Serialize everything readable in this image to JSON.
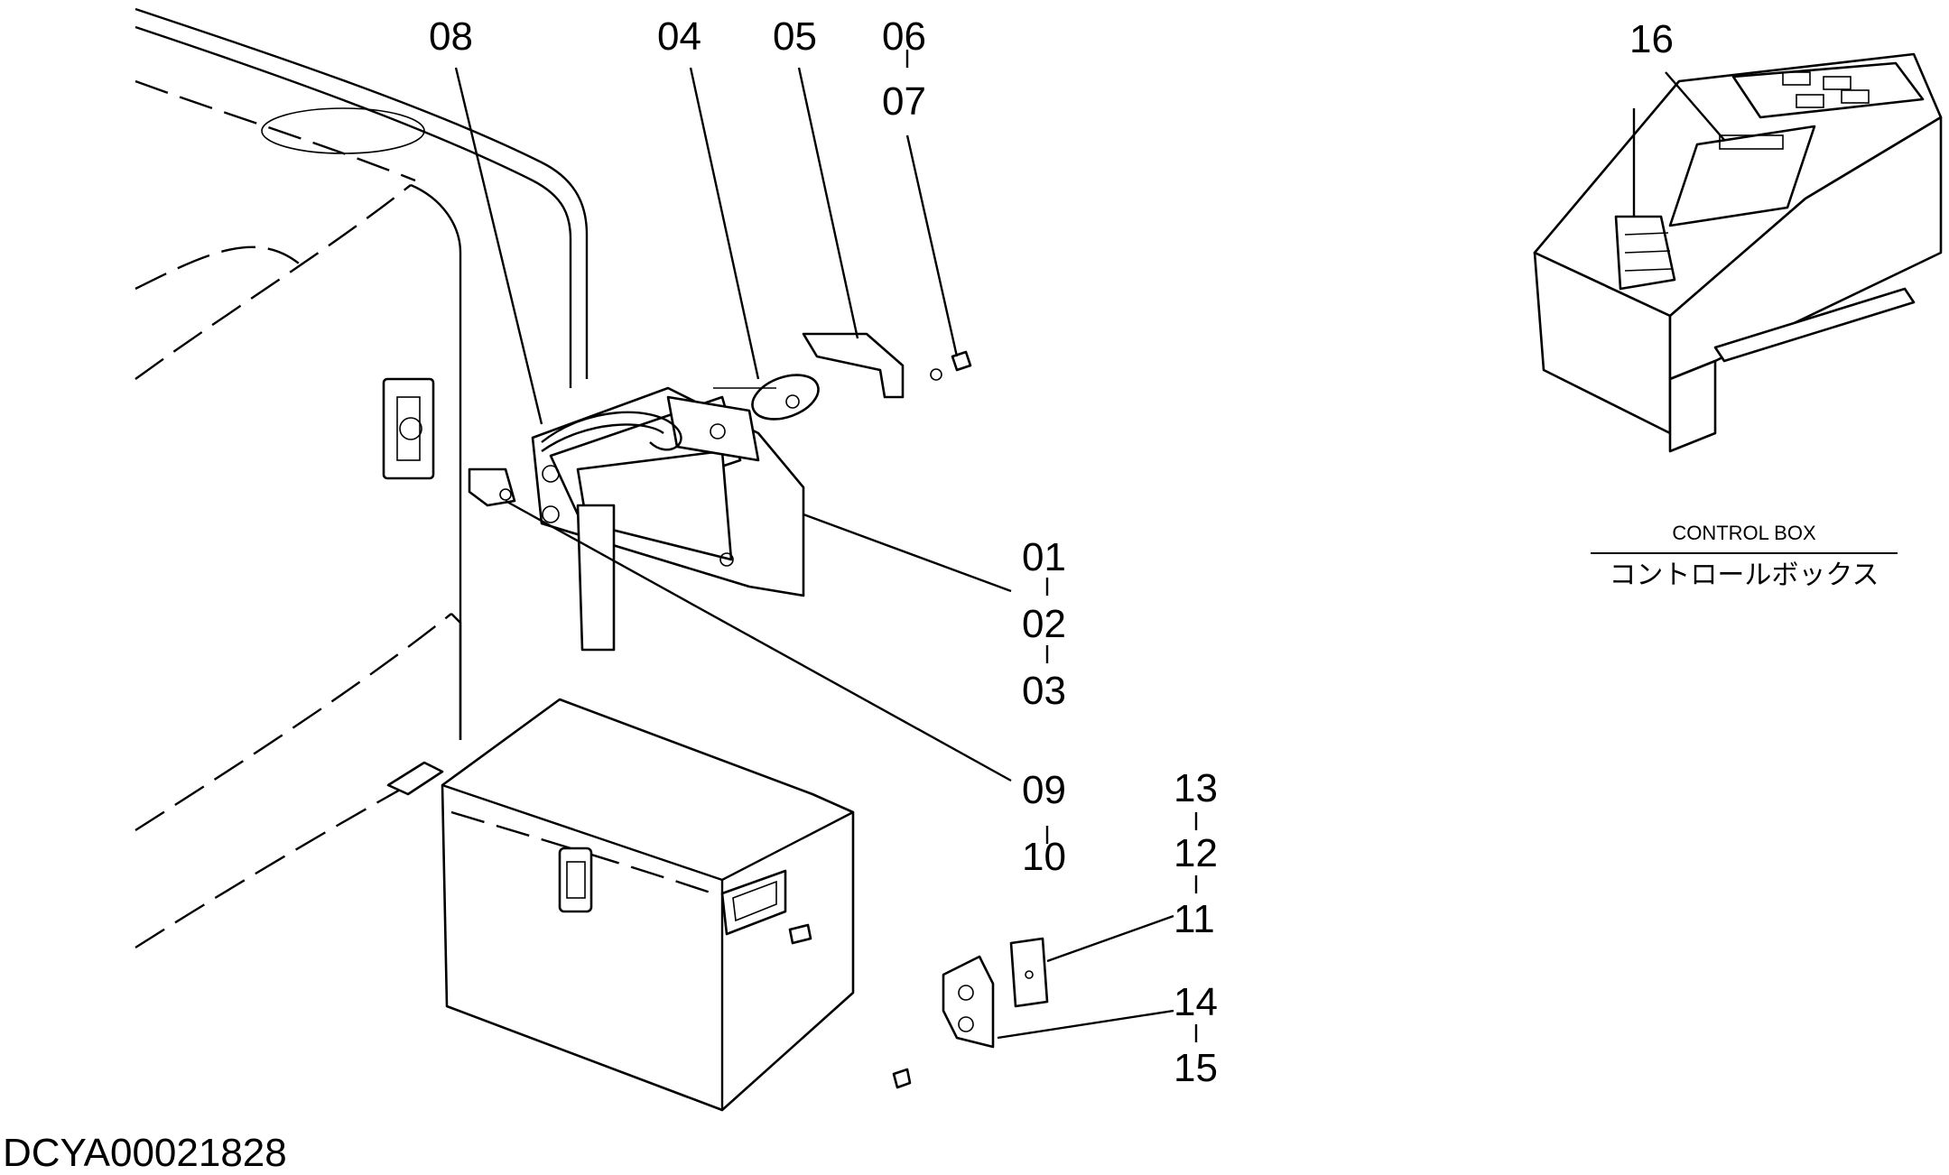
{
  "drawing_code": "DCYA00021828",
  "callouts": {
    "c01": "01",
    "c02": "02",
    "c03": "03",
    "c04": "04",
    "c05": "05",
    "c06": "06",
    "c07": "07",
    "c08": "08",
    "c09": "09",
    "c10": "10",
    "c11": "11",
    "c12": "12",
    "c13": "13",
    "c14": "14",
    "c15": "15",
    "c16": "16"
  },
  "inset_caption": {
    "english": "CONTROL BOX",
    "japanese": "コントロールボックス"
  }
}
